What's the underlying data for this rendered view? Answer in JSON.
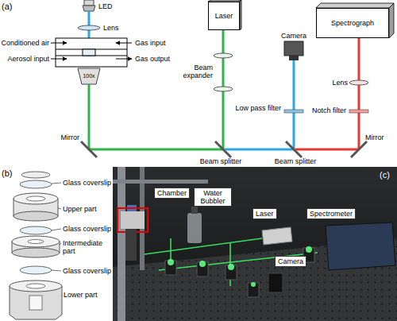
{
  "diagram": {
    "nodes": [
      {
        "text": [
          "Laser"
        ]
      },
      {
        "text": [
          "Spectrograph"
        ]
      },
      {
        "text": [
          "100x"
        ]
      },
      {
        "text": [
          "Chamber"
        ]
      },
      {
        "text": [
          "Water Bubbler"
        ]
      },
      {
        "text": [
          "Laser"
        ]
      },
      {
        "text": [
          "Spectrometer"
        ]
      },
      {
        "text": [
          "Camera"
        ]
      }
    ],
    "labels": [
      "(a)",
      "LED",
      "Lens",
      "Conditioned air",
      "Aerosol input",
      "Gas input",
      "Gas output",
      "Beam expander",
      "Camera",
      "Low pass filter",
      "Lens",
      "Notch filter",
      "Mirror",
      "Beam splitter",
      "Beam splitter",
      "Mirror",
      "(b)",
      "Glass coverslip",
      "Upper part",
      "Glass coverslip",
      "Intermediate part",
      "Glass coverslip",
      "Lower part",
      "(c)"
    ]
  }
}
